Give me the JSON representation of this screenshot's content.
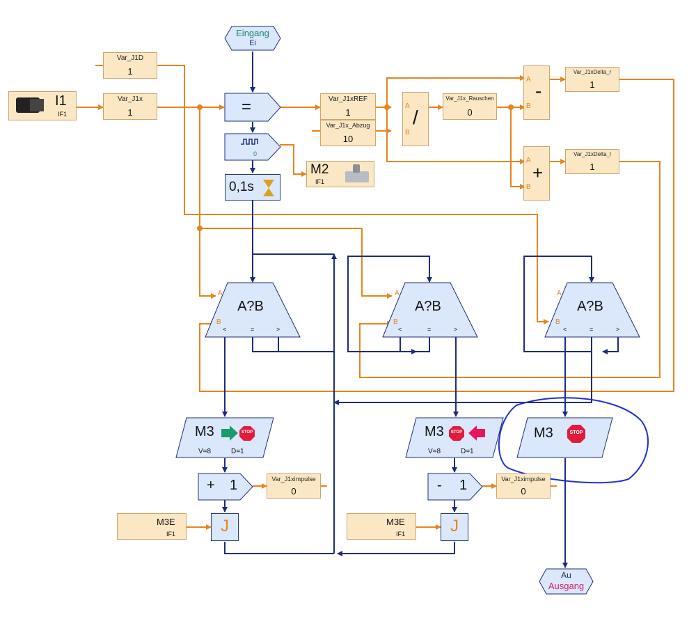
{
  "start": {
    "top": "Eingang",
    "bottom": "Ei"
  },
  "end": {
    "top": "Au",
    "bottom": "Ausgang"
  },
  "input_i1": {
    "label": "I1",
    "sub": "IF1"
  },
  "vars": {
    "j1d": {
      "name": "Var_J1D",
      "value": "1"
    },
    "j1x": {
      "name": "Var_J1x",
      "value": "1"
    },
    "ref": {
      "name": "Var_J1xREF",
      "value": "1"
    },
    "abzug": {
      "name": "Var_J1x_Abzug",
      "value": "10"
    },
    "rauschen": {
      "name": "Var_J1x_Rauschen",
      "value": "0"
    },
    "delta_r": {
      "name": "Var_J1xDelta_r",
      "value": "1"
    },
    "delta_l": {
      "name": "Var_J1xDelta_l",
      "value": "1"
    },
    "impulse1": {
      "name": "Var_J1ximpulse",
      "value": "0"
    },
    "impulse2": {
      "name": "Var_J1ximpulse",
      "value": "0"
    }
  },
  "eq_symbol": "=",
  "timer_label": "0,1s",
  "pulse_value": "0",
  "m2": {
    "label": "M2",
    "sub": "IF1"
  },
  "ops": {
    "div": "/",
    "minus": "-",
    "plus": "+"
  },
  "port_a": "A",
  "port_b": "B",
  "compare": {
    "label": "A?B",
    "lt": "<",
    "eq": "=",
    "gt": ">"
  },
  "motors": {
    "right": {
      "label": "M3",
      "stop": "STOP",
      "v": "V=8",
      "d": "D=1"
    },
    "left": {
      "label": "M3",
      "stop": "STOP",
      "v": "V=8",
      "d": "D=1"
    },
    "stop": {
      "label": "M3",
      "stop": "STOP"
    }
  },
  "counters": {
    "add": {
      "sign": "+",
      "val": "1"
    },
    "sub": {
      "sign": "-",
      "val": "1"
    }
  },
  "m3e": {
    "a": {
      "label": "M3E",
      "sub": "IF1"
    },
    "b": {
      "label": "M3E",
      "sub": "IF1"
    }
  },
  "jumps": {
    "a": "J",
    "b": "J"
  },
  "colors": {
    "orange": "#e8841c",
    "navy": "#1c2d7e",
    "annotation": "#1d2fd0",
    "fill_blue": "#dbe8fb",
    "fill_var": "#fbe7c4"
  }
}
